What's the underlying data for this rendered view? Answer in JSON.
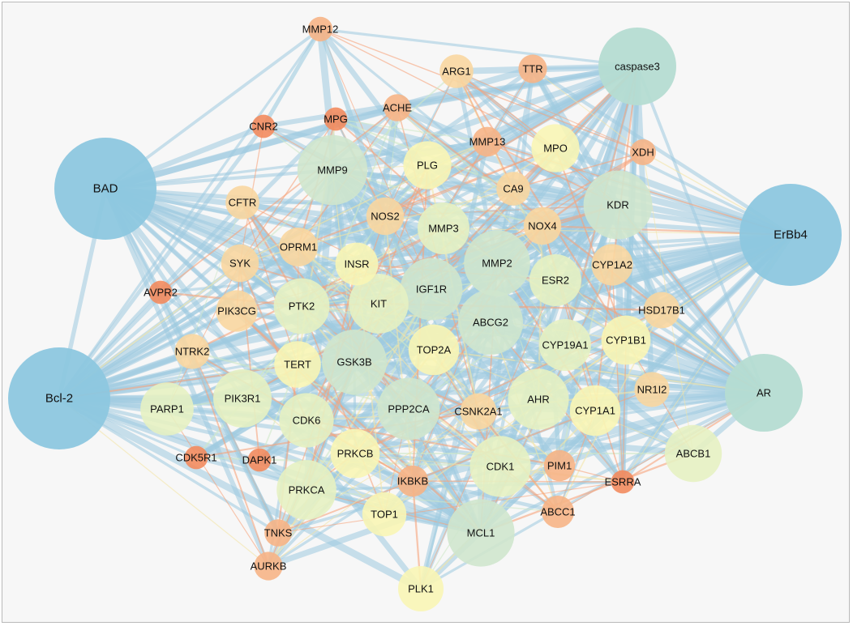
{
  "diagram": {
    "type": "network",
    "colors": {
      "panel_bg": "#f7f7f7",
      "panel_border": "#b9b9b9",
      "edge_blue": "#9fcbe0",
      "edge_orange": "#f6a37c",
      "edge_yellow": "#f4e4a6",
      "edge_green": "#cfe7c8",
      "label": "#111111",
      "degree_scale": [
        "#f28b5e",
        "#f6b486",
        "#f8d6a0",
        "#f8f5b5",
        "#e6f1c2",
        "#cfe6cd",
        "#b5dcd2",
        "#8dc7df"
      ]
    },
    "nodes": [
      {
        "id": "BAD",
        "label": "BAD",
        "level": 1.0
      },
      {
        "id": "Bcl-2",
        "label": "Bcl-2",
        "level": 1.0
      },
      {
        "id": "ErBb4",
        "label": "ErBb4",
        "level": 1.0
      },
      {
        "id": "caspase3",
        "label": "caspase3",
        "level": 0.84
      },
      {
        "id": "AR",
        "label": "AR",
        "level": 0.82
      },
      {
        "id": "MMP9",
        "label": "MMP9",
        "level": 0.78
      },
      {
        "id": "KDR",
        "label": "KDR",
        "level": 0.76
      },
      {
        "id": "MCL1",
        "label": "MCL1",
        "level": 0.74
      },
      {
        "id": "MMP2",
        "label": "MMP2",
        "level": 0.72
      },
      {
        "id": "ABCG2",
        "label": "ABCG2",
        "level": 0.7
      },
      {
        "id": "GSK3B",
        "label": "GSK3B",
        "level": 0.7
      },
      {
        "id": "IGF1R",
        "label": "IGF1R",
        "level": 0.66
      },
      {
        "id": "PPP2CA",
        "label": "PPP2CA",
        "level": 0.66
      },
      {
        "id": "CDK1",
        "label": "CDK1",
        "level": 0.64
      },
      {
        "id": "AHR",
        "label": "AHR",
        "level": 0.64
      },
      {
        "id": "KIT",
        "label": "KIT",
        "level": 0.62
      },
      {
        "id": "PRKCA",
        "label": "PRKCA",
        "level": 0.62
      },
      {
        "id": "PIK3R1",
        "label": "PIK3R1",
        "level": 0.6
      },
      {
        "id": "ABCB1",
        "label": "ABCB1",
        "level": 0.58
      },
      {
        "id": "PTK2",
        "label": "PTK2",
        "level": 0.56
      },
      {
        "id": "CDK6",
        "label": "CDK6",
        "level": 0.54
      },
      {
        "id": "PARP1",
        "label": "PARP1",
        "level": 0.52
      },
      {
        "id": "MMP3",
        "label": "MMP3",
        "level": 0.5
      },
      {
        "id": "ESR2",
        "label": "ESR2",
        "level": 0.5
      },
      {
        "id": "CYP19A1",
        "label": "CYP19A1",
        "level": 0.5
      },
      {
        "id": "CYP1A1",
        "label": "CYP1A1",
        "level": 0.48
      },
      {
        "id": "TOP2A",
        "label": "TOP2A",
        "level": 0.48
      },
      {
        "id": "PRKCB",
        "label": "PRKCB",
        "level": 0.46
      },
      {
        "id": "CYP1B1",
        "label": "CYP1B1",
        "level": 0.46
      },
      {
        "id": "PLG",
        "label": "PLG",
        "level": 0.44
      },
      {
        "id": "MPO",
        "label": "MPO",
        "level": 0.44
      },
      {
        "id": "TERT",
        "label": "TERT",
        "level": 0.42
      },
      {
        "id": "PLK1",
        "label": "PLK1",
        "level": 0.4
      },
      {
        "id": "TOP1",
        "label": "TOP1",
        "level": 0.38
      },
      {
        "id": "INSR",
        "label": "INSR",
        "level": 0.36
      },
      {
        "id": "CYP1A2",
        "label": "CYP1A2",
        "level": 0.34
      },
      {
        "id": "PIK3CG",
        "label": "PIK3CG",
        "level": 0.34
      },
      {
        "id": "OPRM1",
        "label": "OPRM1",
        "level": 0.3
      },
      {
        "id": "NOS2",
        "label": "NOS2",
        "level": 0.28
      },
      {
        "id": "NOX4",
        "label": "NOX4",
        "level": 0.28
      },
      {
        "id": "SYK",
        "label": "SYK",
        "level": 0.28
      },
      {
        "id": "HSD17B1",
        "label": "HSD17B1",
        "level": 0.26
      },
      {
        "id": "CSNK2A1",
        "label": "CSNK2A1",
        "level": 0.26
      },
      {
        "id": "NTRK2",
        "label": "NTRK2",
        "level": 0.24
      },
      {
        "id": "NR1I2",
        "label": "NR1I2",
        "level": 0.24
      },
      {
        "id": "CFTR",
        "label": "CFTR",
        "level": 0.22
      },
      {
        "id": "CA9",
        "label": "CA9",
        "level": 0.22
      },
      {
        "id": "ARG1",
        "label": "ARG1",
        "level": 0.22
      },
      {
        "id": "ABCC1",
        "label": "ABCC1",
        "level": 0.2
      },
      {
        "id": "PIM1",
        "label": "PIM1",
        "level": 0.18
      },
      {
        "id": "IKBKB",
        "label": "IKBKB",
        "level": 0.18
      },
      {
        "id": "MMP13",
        "label": "MMP13",
        "level": 0.16
      },
      {
        "id": "TTR",
        "label": "TTR",
        "level": 0.14
      },
      {
        "id": "AURKB",
        "label": "AURKB",
        "level": 0.14
      },
      {
        "id": "TNKS",
        "label": "TNKS",
        "level": 0.12
      },
      {
        "id": "ACHE",
        "label": "ACHE",
        "level": 0.12
      },
      {
        "id": "XDH",
        "label": "XDH",
        "level": 0.1
      },
      {
        "id": "MMP12",
        "label": "MMP12",
        "level": 0.08
      },
      {
        "id": "CNR2",
        "label": "CNR2",
        "level": 0.06
      },
      {
        "id": "MPG",
        "label": "MPG",
        "level": 0.06
      },
      {
        "id": "AVPR2",
        "label": "AVPR2",
        "level": 0.06
      },
      {
        "id": "CDK5R1",
        "label": "CDK5R1",
        "level": 0.06
      },
      {
        "id": "DAPK1",
        "label": "DAPK1",
        "level": 0.06
      },
      {
        "id": "ESRRA",
        "label": "ESRRA",
        "level": 0.06
      }
    ]
  }
}
